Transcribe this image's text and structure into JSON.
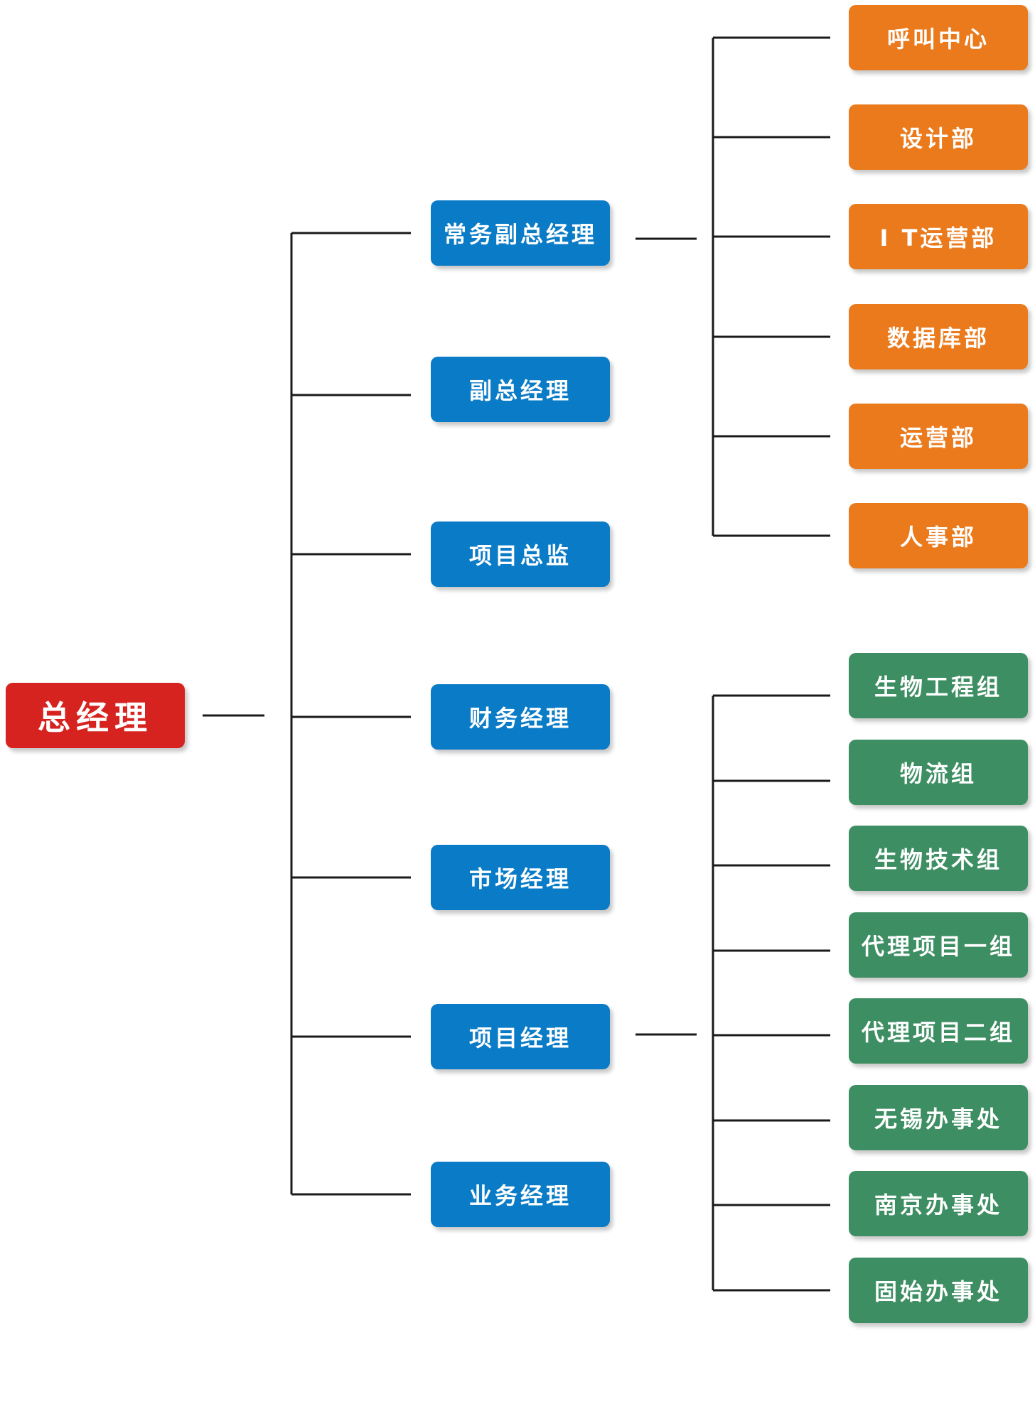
{
  "colors": {
    "root": "#d6231f",
    "manager": "#0a7bc6",
    "department": "#ea7a1c",
    "group": "#3e8e63",
    "line": "#1a1a1a"
  },
  "root": {
    "label": "总经理"
  },
  "managers": [
    {
      "label": "常务副总经理"
    },
    {
      "label": "副总经理"
    },
    {
      "label": "项目总监"
    },
    {
      "label": "财务经理"
    },
    {
      "label": "市场经理"
    },
    {
      "label": "项目经理"
    },
    {
      "label": "业务经理"
    }
  ],
  "departments": {
    "parent": "常务副总经理",
    "items": [
      {
        "label": "呼叫中心"
      },
      {
        "label": "设计部"
      },
      {
        "label": "I T运营部"
      },
      {
        "label": "数据库部"
      },
      {
        "label": "运营部"
      },
      {
        "label": "人事部"
      }
    ]
  },
  "groups": {
    "parent": "项目经理",
    "items": [
      {
        "label": "生物工程组"
      },
      {
        "label": "物流组"
      },
      {
        "label": "生物技术组"
      },
      {
        "label": "代理项目一组"
      },
      {
        "label": "代理项目二组"
      },
      {
        "label": "无锡办事处"
      },
      {
        "label": "南京办事处"
      },
      {
        "label": "固始办事处"
      }
    ]
  }
}
